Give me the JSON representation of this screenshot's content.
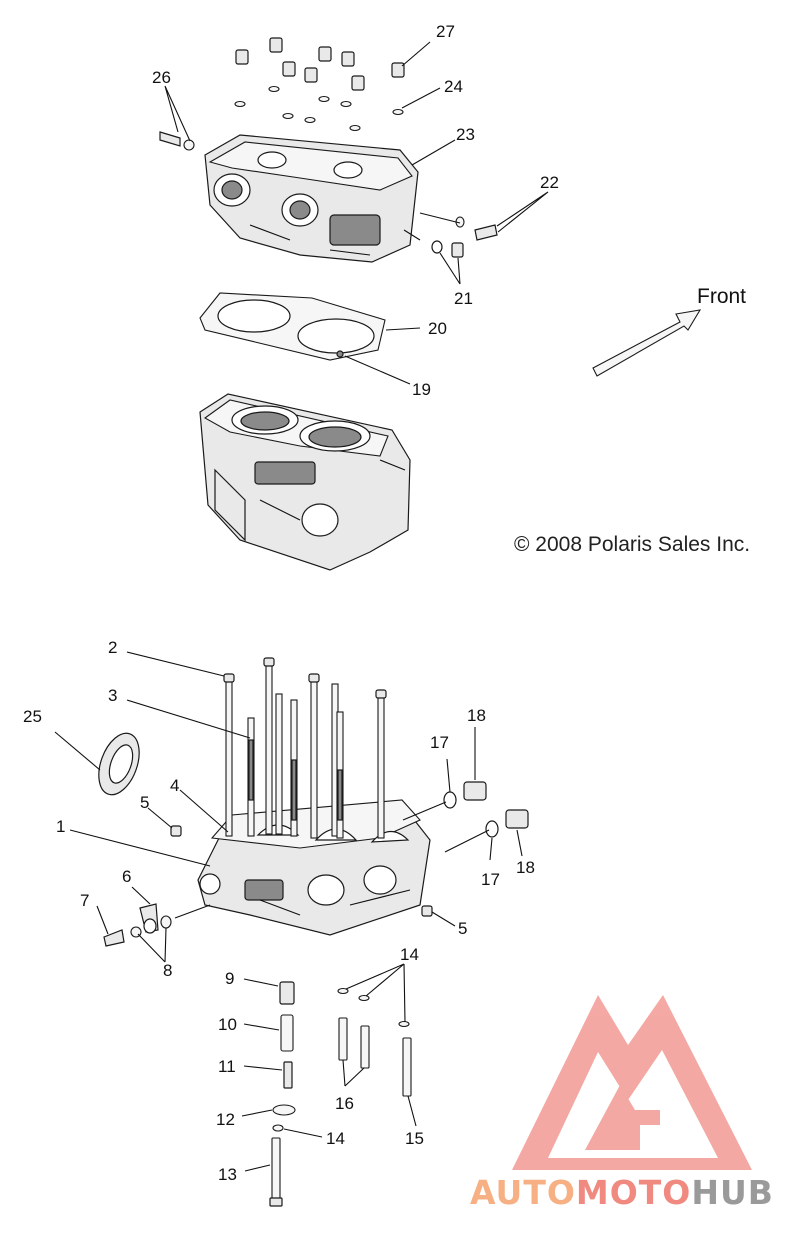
{
  "diagram": {
    "callouts": [
      "1",
      "2",
      "3",
      "4",
      "5",
      "6",
      "7",
      "8",
      "9",
      "10",
      "11",
      "12",
      "13",
      "14",
      "15",
      "16",
      "17",
      "18",
      "19",
      "20",
      "21",
      "22",
      "23",
      "24",
      "25",
      "26",
      "27"
    ],
    "front_label": "Front",
    "copyright": "© 2008 Polaris Sales Inc."
  },
  "watermark": {
    "text_auto": "AUTO",
    "text_moto": "MOTO",
    "text_hub": "HUB",
    "colors": {
      "auto": "#f6b083",
      "moto": "#f08a80",
      "hub": "#9a9a9a",
      "logo": "#f39a94"
    }
  }
}
